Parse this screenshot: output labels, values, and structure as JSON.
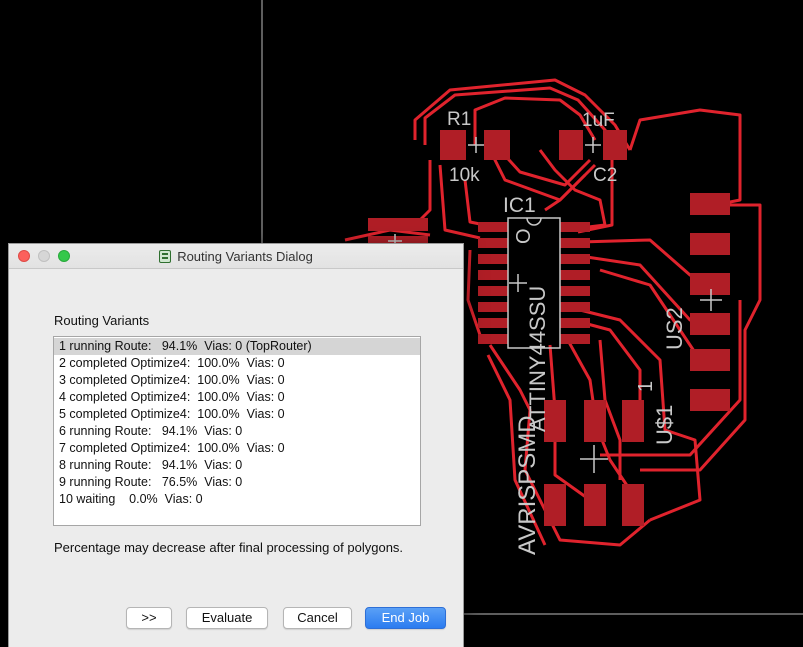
{
  "board": {
    "labels": {
      "r1": "R1",
      "r1_value": "10k",
      "c2": "C2",
      "c2_value": "1uF",
      "ic1": "IC1",
      "ic1_part": "ATTINY44SSU",
      "ic1_pin1": "O",
      "us2": "US2",
      "us1": "U$1",
      "us1_pin": "1",
      "avrisp": "AVRISPSMD"
    },
    "colors": {
      "trace": "#e0232d",
      "pad": "#b01e26",
      "silkscreen": "#c8c8c8",
      "background": "#000000"
    }
  },
  "dialog": {
    "title": "Routing Variants Dialog",
    "section_label": "Routing Variants",
    "variants": [
      "1 running Route:   94.1%  Vias: 0 (TopRouter)",
      "2 completed Optimize4:  100.0%  Vias: 0",
      "3 completed Optimize4:  100.0%  Vias: 0",
      "4 completed Optimize4:  100.0%  Vias: 0",
      "5 completed Optimize4:  100.0%  Vias: 0",
      "6 running Route:   94.1%  Vias: 0",
      "7 completed Optimize4:  100.0%  Vias: 0",
      "8 running Route:   94.1%  Vias: 0",
      "9 running Route:   76.5%  Vias: 0",
      "10 waiting    0.0%  Vias: 0"
    ],
    "selected_index": 0,
    "note": "Percentage may decrease after final processing of polygons.",
    "buttons": {
      "more": ">>",
      "evaluate": "Evaluate",
      "cancel": "Cancel",
      "end_job": "End Job"
    },
    "accent_color": "#2b7cf0"
  }
}
